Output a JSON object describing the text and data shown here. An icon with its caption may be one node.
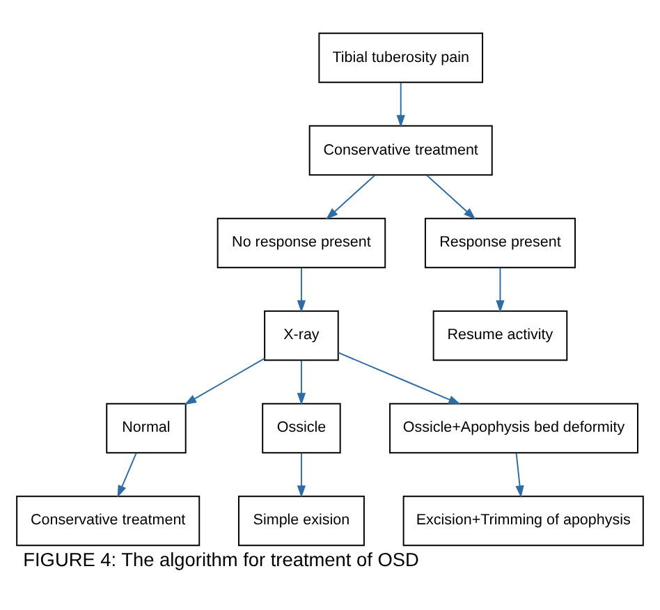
{
  "diagram": {
    "caption": "FIGURE 4: The algorithm for treatment of OSD",
    "nodes": [
      {
        "text": [
          "Tibial tuberosity pain"
        ]
      },
      {
        "text": [
          "Conservative treatment"
        ]
      },
      {
        "text": [
          "No response present"
        ]
      },
      {
        "text": [
          "Response present"
        ]
      },
      {
        "text": [
          "X-ray"
        ]
      },
      {
        "text": [
          "Resume activity"
        ]
      },
      {
        "text": [
          "Normal"
        ]
      },
      {
        "text": [
          "Ossicle"
        ]
      },
      {
        "text": [
          "Ossicle+Apophysis bed deformity"
        ]
      },
      {
        "text": [
          "Conservative treatment"
        ]
      },
      {
        "text": [
          "Simple exision"
        ]
      },
      {
        "text": [
          "Excision+Trimming of apophysis"
        ]
      }
    ],
    "edges": [
      {
        "from": 0,
        "to": 1,
        "arrow": "to"
      },
      {
        "from": 1,
        "to": 2,
        "arrow": "to"
      },
      {
        "from": 1,
        "to": 3,
        "arrow": "to"
      },
      {
        "from": 2,
        "to": 4,
        "arrow": "to"
      },
      {
        "from": 3,
        "to": 5,
        "arrow": "to"
      },
      {
        "from": 4,
        "to": 6,
        "arrow": "to"
      },
      {
        "from": 4,
        "to": 7,
        "arrow": "to"
      },
      {
        "from": 4,
        "to": 8,
        "arrow": "to"
      },
      {
        "from": 6,
        "to": 9,
        "arrow": "to"
      },
      {
        "from": 7,
        "to": 10,
        "arrow": "to"
      },
      {
        "from": 8,
        "to": 11,
        "arrow": "to"
      }
    ]
  }
}
